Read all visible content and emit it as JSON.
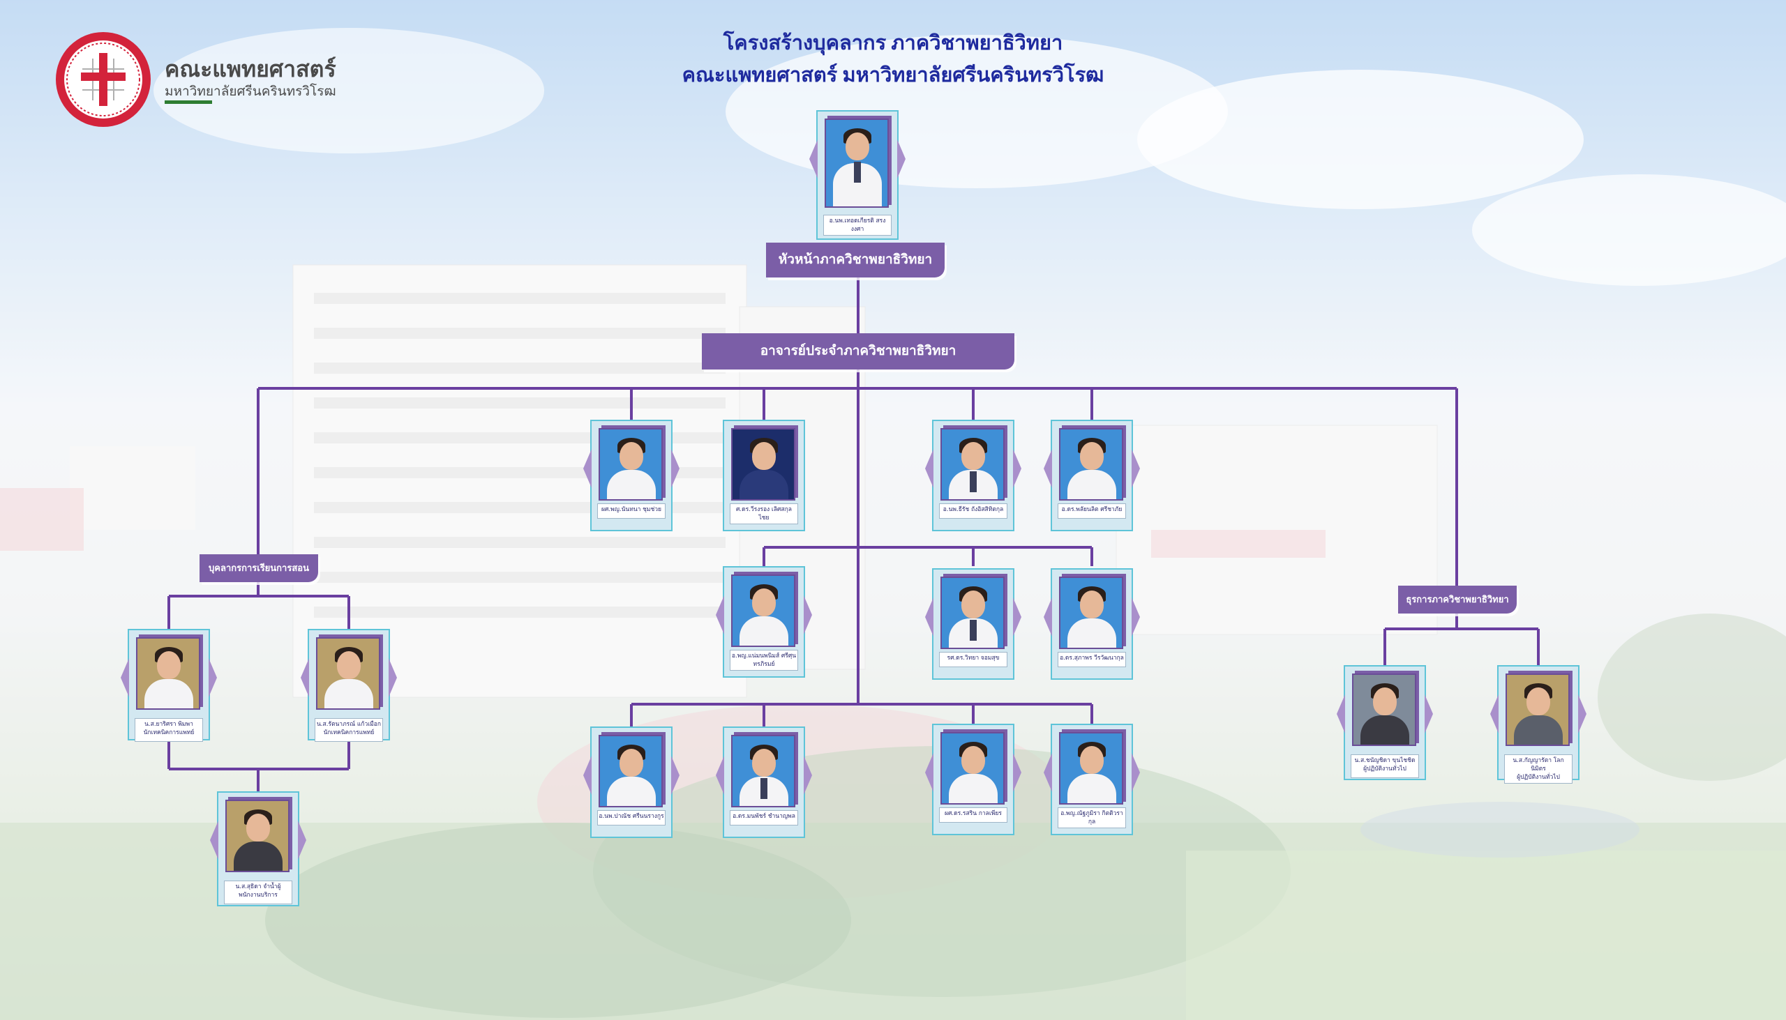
{
  "logo": {
    "title": "คณะแพทยศาสตร์",
    "subtitle": "มหาวิทยาลัยศรีนครินทรวิโรฒ",
    "seal_color": "#d3233b",
    "bar_color": "#2e7d32"
  },
  "heading": {
    "line1": "โครงสร้างบุคลากร ภาควิชาพยาธิวิทยา",
    "line2": "คณะแพทยศาสตร์ มหาวิทยาลัยศรีนครินทรวิโรฒ",
    "color": "#1e2a9e"
  },
  "banners": {
    "head": "หัวหน้าภาควิชาพยาธิวิทยา",
    "faculty": "อาจารย์ประจำภาควิชาพยาธิวิทยา",
    "teaching_support": "บุคลากรการเรียนการสอน",
    "admin": "ธุรการภาควิชาพยาธิวิทยา"
  },
  "colors": {
    "banner": "#7b5ea7",
    "connector": "#6a3fa0",
    "card_border": "#5ec4d8",
    "card_fill": "#d3e8f1"
  },
  "people": {
    "head": {
      "name": "อ.นพ.เทอดเกียรติ สรงงงศา"
    },
    "faculty_row1": [
      {
        "name": "ผศ.พญ.นันทนา ชุมช่วย"
      },
      {
        "name": "ศ.ดร.วีรงรอง เลิศสกุลไชย"
      },
      {
        "name": "อ.นพ.ธีรัช ถังอิสสิทิตกุล"
      },
      {
        "name": "อ.ดร.พลัยนลิต ศรีชาภัย"
      }
    ],
    "faculty_row2": [
      {
        "name": "อ.พญ.แน่มนพนิมส์ ศรีศุนทรภิรมย์"
      },
      {
        "name": "รศ.ดร.วิทยา จอมสุข"
      },
      {
        "name": "อ.ดร.สุภาพร วีรวัฒนากุล"
      }
    ],
    "faculty_row3": [
      {
        "name": "อ.นพ.ปาณัช ศรีนนรางกูร"
      },
      {
        "name": "อ.ดร.มนพัชร์ ชำนาญพล"
      },
      {
        "name": "ผศ.ดร.รสริน กาลเพียร"
      },
      {
        "name": "อ.พญ.ณัฐภูมิรา กิตติวรากุล"
      }
    ],
    "teaching": [
      {
        "name": "น.ส.ยาริศรา พิมพา",
        "role": "นักเทคนิคการแพทย์"
      },
      {
        "name": "น.ส.รัตนาภรณ์ แก้วเมือก",
        "role": "นักเทคนิคการแพทย์"
      },
      {
        "name": "น.ส.สุธิดา จำน้ำผู้",
        "role": "พนักงานบริการ"
      }
    ],
    "admin": [
      {
        "name": "น.ส.ชนัญชิดา ขุนไชชิด",
        "role": "ผู้ปฏิบัติงานทั่วไป"
      },
      {
        "name": "น.ส.กัญญารัตา โลกนิมิตร",
        "role": "ผู้ปฏิบัติงานทั่วไป"
      }
    ]
  }
}
